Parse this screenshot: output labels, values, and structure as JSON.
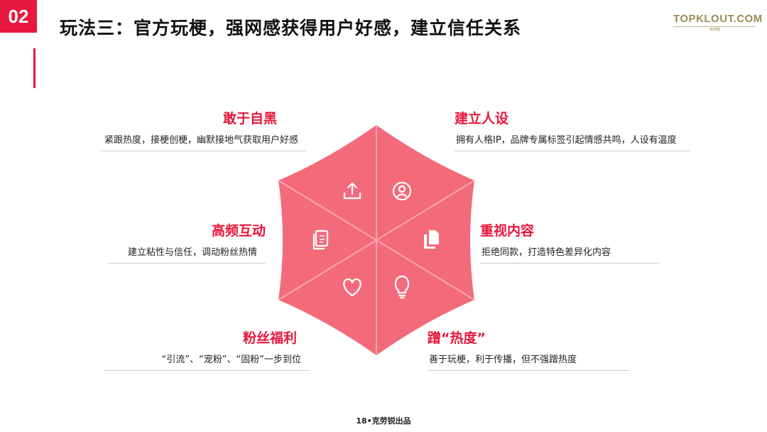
{
  "badge": "02",
  "title": "玩法三：官方玩梗，强网感获得用户好感，建立信任关系",
  "logo": {
    "name": "TOPKLOUT.COM",
    "tagline": "·克劳锐"
  },
  "items": [
    {
      "head": "敢于自黑",
      "desc": "紧跟热度，接梗创梗，幽默接地气获取用户好感",
      "icon": "upload-icon"
    },
    {
      "head": "建立人设",
      "desc": "拥有人格IP，品牌专属标签引起情感共鸣，人设有温度",
      "icon": "user-circle-icon"
    },
    {
      "head": "高频互动",
      "desc": "建立粘性与信任，调动粉丝热情",
      "icon": "document-icon"
    },
    {
      "head": "重视内容",
      "desc": "拒绝同款，打造特色差异化内容",
      "icon": "copy-icon"
    },
    {
      "head": "粉丝福利",
      "desc": "“引流”、“宠粉”、“固粉”一步到位",
      "icon": "heart-icon"
    },
    {
      "head": "蹭“热度”",
      "desc": "善于玩梗，利于传播，但不强蹭热度",
      "icon": "lightbulb-icon"
    }
  ],
  "colors": {
    "accent": "#e8173d",
    "hexagon": "#f36b7a",
    "divider": "#f7a5ae"
  },
  "footer": "18•克劳锐出品"
}
